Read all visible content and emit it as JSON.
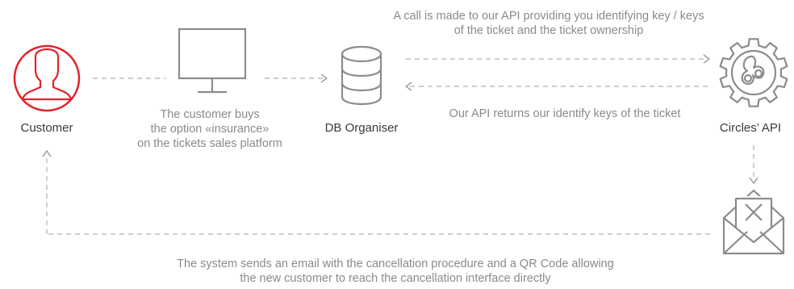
{
  "nodes": {
    "customer": {
      "label": "Customer",
      "accent": "#e2232a"
    },
    "db": {
      "label": "DB Organiser"
    },
    "api": {
      "label": "Circles’ API"
    }
  },
  "annotations": {
    "purchase": [
      "The customer buys",
      "the option «insurance»",
      "on the tickets sales platform"
    ],
    "api_call": [
      "A call is made to our API providing you identifying key / keys",
      "of the ticket and the ticket ownership"
    ],
    "api_return": "Our API returns our identify keys of the ticket",
    "email": [
      "The system sends an email with the cancellation  procedure and a QR Code allowing",
      "the new customer to reach the cancellation interface directly"
    ]
  },
  "colors": {
    "icon": "#8c8c8c",
    "dash": "#b0b0b0",
    "accent": "#e2232a"
  },
  "icons": [
    "user-icon",
    "monitor-icon",
    "database-icon",
    "gear-icon",
    "envelope-icon"
  ]
}
